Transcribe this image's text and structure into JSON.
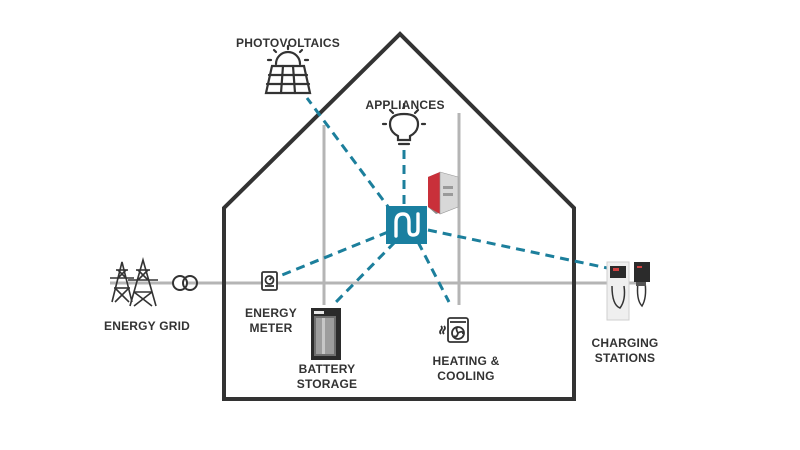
{
  "labels": {
    "photovoltaics": "PHOTOVOLTAICS",
    "appliances": "APPLIANCES",
    "energy_grid": "ENERGY GRID",
    "energy_meter_line1": "ENERGY",
    "energy_meter_line2": "METER",
    "battery_line1": "BATTERY",
    "battery_line2": "STORAGE",
    "heating_line1": "HEATING &",
    "heating_line2": "COOLING",
    "charging_line1": "CHARGING",
    "charging_line2": "STATIONS"
  },
  "colors": {
    "house_outline": "#333333",
    "power_line": "#b5b5b5",
    "data_link": "#1c7f9c",
    "hub": "#1a7fa0",
    "icon": "#333333",
    "controller": "#c9303a"
  },
  "icons": [
    "solar-panel-icon",
    "light-bulb-icon",
    "power-tower-icon",
    "transformer-icon",
    "energy-meter-icon",
    "battery-icon",
    "heater-fan-icon",
    "charging-station-icon",
    "hub-logo-icon",
    "controller-device-icon"
  ]
}
